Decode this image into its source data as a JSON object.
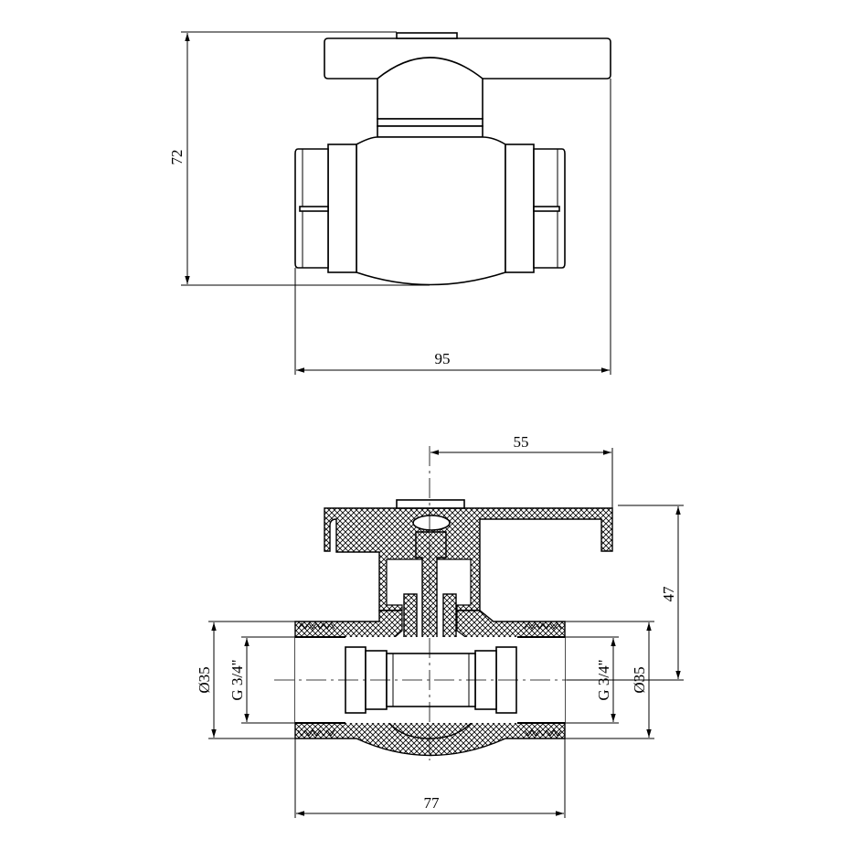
{
  "dimensions": {
    "height_total": "72",
    "width_total": "95",
    "handle_offset": "55",
    "handle_height": "47",
    "body_length": "77",
    "outer_diameter_left": "Ø35",
    "thread_left": "G 3/4\"",
    "thread_right": "G 3/4\"",
    "outer_diameter_right": "Ø35"
  }
}
